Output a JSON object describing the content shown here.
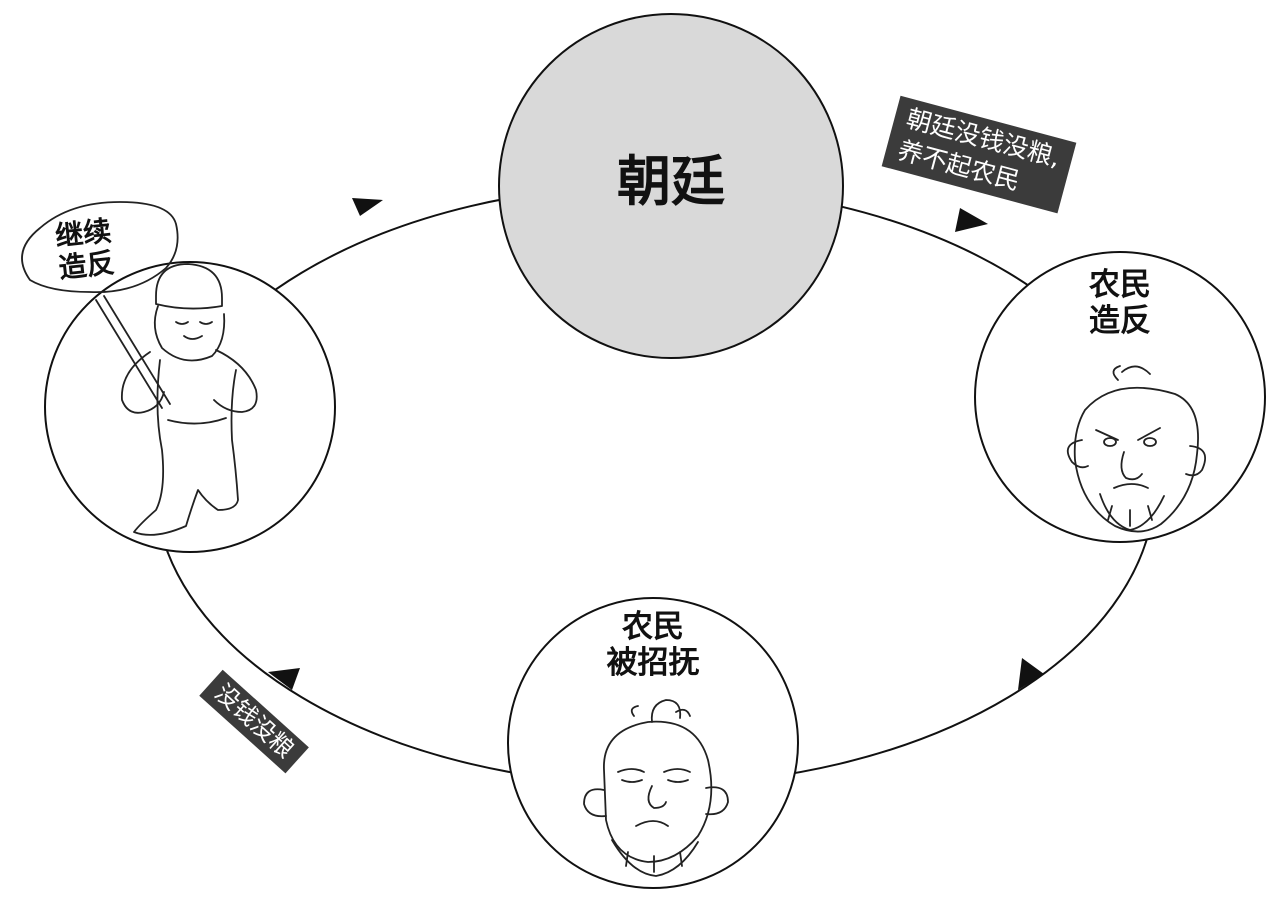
{
  "center_node": {
    "label": "朝廷",
    "fill": "#d9d9d9"
  },
  "nodes": [
    {
      "id": "peasants-revolt",
      "lines": [
        "农民",
        "造反"
      ]
    },
    {
      "id": "peasants-pacified",
      "lines": [
        "农民",
        "被招抚"
      ]
    },
    {
      "id": "continue-revolt",
      "lines": [
        "继续",
        "造反"
      ]
    }
  ],
  "edge_labels": {
    "court_cannot_support": [
      "朝廷没钱没粮,",
      "养不起农民"
    ],
    "no_money_no_grain": "没钱没粮"
  },
  "colors": {
    "line": "#111111",
    "tag_bg": "#3b3b3b",
    "tag_text": "#ffffff"
  }
}
